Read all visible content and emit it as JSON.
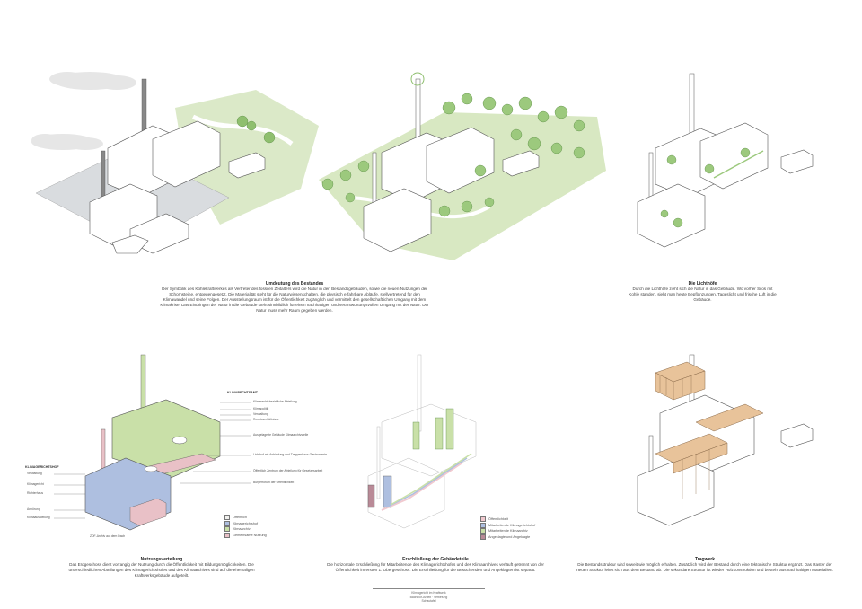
{
  "panels": [
    {
      "title": "Umdeutung des Bestandes",
      "text": "Der Symbolik des Kohlekraftwerkes als Vertreter des fossilen Zeitalters wird die Natur in den Bestandsgebäuden, sowie die neuen Nutzungen der Schornsteine, entgegengesetzt. Die Materialität steht für die Naturwissenschaften, die physisch erfahrbare Abläufe, stellvertretend für den Klimawandel und seine Folgen. Der Ausstellungsraum ist für die Öffentlichkeit zugänglich und vermittelt den gesellschaftlichen Umgang mit dem Klimakrise. Das Eindringen der Natur in die Gebäude steht sinnbildlich für einen nachhaltigen und verantwortungsvollen Umgang mit der Natur. Der Natur muss mehr Raum gegeben werden."
    },
    {
      "title": "Die Lichthöfe",
      "text": "Durch die Lichthöfe zieht sich die Natur in das Gebäude. Wo vorher Silos mit Kohle standen, sieht man heute Bepflanzungen, Tageslicht und frische Luft in die Gebäude."
    },
    {
      "title": "Nutzungsverteilung",
      "text": "Das Erdgeschoss dient vorrangig der Nutzung durch die Öffentlichkeit mit Bildungsmöglichkeiten. Die unterschiedlichen Abteilungen des Klimagerichtshofes und des Klimaarchives sind auf die ehemaligen Kraftwerksgebäude aufgeteilt."
    },
    {
      "title": "Erschließung der Gebäudeteile",
      "text": "Die horizontale Erschließung für Mitarbeitende des Klimagerichtshofes und des Klimaarchives verläuft getrennt von der Öffentlichkeit im ersten 1. Obergeschoss. Die Erschließung für die Besuchenden und Angeklagten ist separat."
    },
    {
      "title": "Tragwerk",
      "text": "Die Bestandsstruktur wird soweit wie möglich erhalten. Zusätzlich wird der Bestand durch eine tektonische Struktur ergänzt. Das Raster der neuen Struktur leitet sich aus dem Bestand ab. Die sekundäre Struktur ist wieder Holzkonstruktion und besteht aus nachhaltigen Materialien."
    }
  ],
  "use_diagram": {
    "label_top": "KLIMARECHTSAMT",
    "label_left": "KLIMAGERICHTSHOF",
    "annotations_right": [
      "Klimarechtsbezirkliche Abteilung",
      "Klimapolitik",
      "Verwaltung",
      "Rechtsverhältnisse",
      "Ausgelagerte Gebäude Klimaarchivstelle",
      "Lichthof mit Anbindung und Treppenhaus Gastronomie",
      "Öffentlich Zentrum der Abteilung für Gesetzesarbeit",
      "Bürgerforum der Öffentlichkeit"
    ],
    "annotations_left": [
      "Verwaltung",
      "Klimagericht",
      "Richterhaus",
      "Anhörung",
      "Klimaausstellung"
    ],
    "annotation_bottom": "ZDF-Archiv auf dem Dach",
    "legend": [
      {
        "label": "Öffentlich",
        "color": "#f1f1ee"
      },
      {
        "label": "Klimagerichtshof",
        "color": "#aebfe0"
      },
      {
        "label": "Klimaarchiv",
        "color": "#c9e0a8"
      },
      {
        "label": "Gemeinsame Nutzung",
        "color": "#e9c1c7"
      }
    ]
  },
  "circulation_diagram": {
    "legend": [
      {
        "label": "Öffentlichkeit",
        "color": "#f1c9cf"
      },
      {
        "label": "Mitarbeitende Klimagerichtshof",
        "color": "#aebfe0"
      },
      {
        "label": "Mitarbeitende Klimaarchiv",
        "color": "#c9e0a8"
      },
      {
        "label": "Angeklagte und Angeklagte",
        "color": "#b98a97"
      }
    ]
  },
  "footer": [
    "Klimagericht im Kraftwerk",
    "Bachelor-Arbeit · Vertiefung",
    "Schautafel"
  ],
  "colors": {
    "green": "#c9e0a8",
    "blue": "#aebfe0",
    "pink": "#e9c1c7",
    "wood": "#e8c39a",
    "gray_ground": "#d9dcdf",
    "outline": "#555555"
  }
}
